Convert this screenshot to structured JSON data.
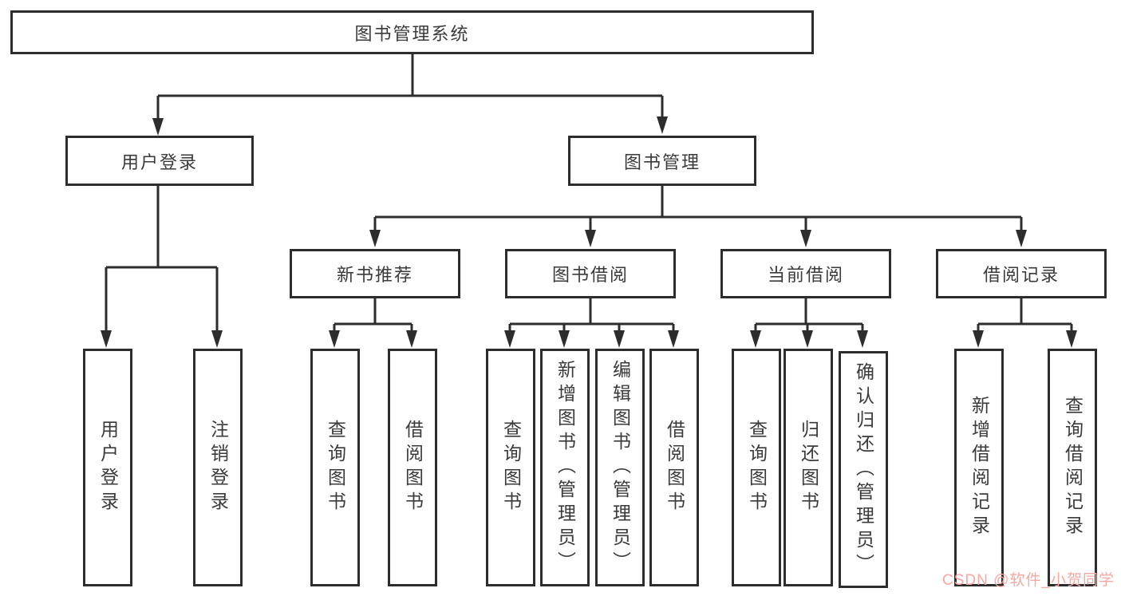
{
  "diagram": {
    "type": "tree",
    "title": "图书管理系统",
    "nodes": {
      "root": {
        "label": "图书管理系统"
      },
      "user_login": {
        "label": "用户登录"
      },
      "book_mgmt": {
        "label": "图书管理"
      },
      "new_book_rec": {
        "label": "新书推荐"
      },
      "book_borrow": {
        "label": "图书借阅"
      },
      "current_borrow": {
        "label": "当前借阅"
      },
      "borrow_records": {
        "label": "借阅记录"
      },
      "ul_user_login": {
        "label": "用户登录"
      },
      "ul_logout": {
        "label": "注销登录"
      },
      "nb_query": {
        "label": "查询图书"
      },
      "nb_borrow": {
        "label": "借阅图书"
      },
      "bb_query": {
        "label": "查询图书"
      },
      "bb_add": {
        "label": "新增图书（管理员）"
      },
      "bb_edit": {
        "label": "编辑图书（管理员）"
      },
      "bb_borrow": {
        "label": "借阅图书"
      },
      "cb_query": {
        "label": "查询图书"
      },
      "cb_return": {
        "label": "归还图书"
      },
      "cb_confirm": {
        "label": "确认归还（管理员）"
      },
      "br_add": {
        "label": "新增借阅记录"
      },
      "br_query": {
        "label": "查询借阅记录"
      }
    },
    "hierarchy": {
      "root": [
        "user_login",
        "book_mgmt"
      ],
      "user_login": [
        "ul_user_login",
        "ul_logout"
      ],
      "book_mgmt": [
        "new_book_rec",
        "book_borrow",
        "current_borrow",
        "borrow_records"
      ],
      "new_book_rec": [
        "nb_query",
        "nb_borrow"
      ],
      "book_borrow": [
        "bb_query",
        "bb_add",
        "bb_edit",
        "bb_borrow"
      ],
      "current_borrow": [
        "cb_query",
        "cb_return",
        "cb_confirm"
      ],
      "borrow_records": [
        "br_add",
        "br_query"
      ]
    }
  },
  "watermark": {
    "text": "CSDN @软件_小贺同学",
    "color": "#f5a7a2"
  },
  "colors": {
    "line": "#2d2d2d",
    "box_border": "#2d2d2d",
    "box_fill": "#ffffff",
    "text": "#3a3a3a",
    "background": "#ffffff"
  }
}
